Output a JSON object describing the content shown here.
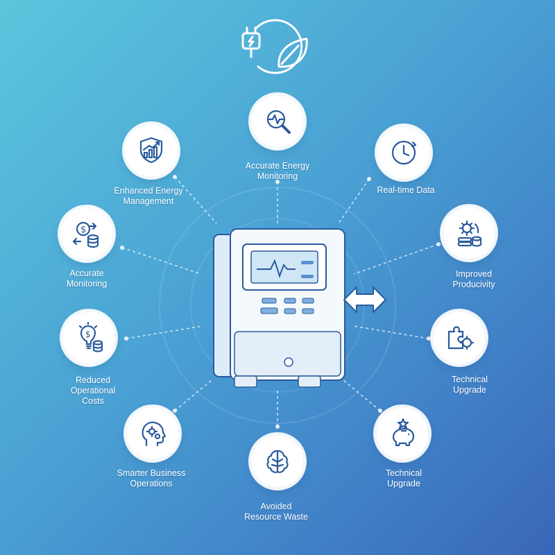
{
  "top_logo": {
    "icon": "plug-leaf-icon"
  },
  "center": {
    "device": "energy-meter",
    "screen_waveform": "heartbeat",
    "arrow_icon": "double-arrow-icon"
  },
  "benefits": [
    {
      "id": "accurate-energy-monitoring",
      "label": "Accurate Energy\nMonitoring",
      "icon": "magnifier-pulse-icon"
    },
    {
      "id": "real-time-data",
      "label": "Real-time Data",
      "icon": "clock-icon"
    },
    {
      "id": "improved-productivity",
      "label": "Improved\nProducivity",
      "icon": "gear-coins-icon"
    },
    {
      "id": "technical-upgrade-1",
      "label": "Technical\nUpgrade",
      "icon": "puzzle-gear-icon"
    },
    {
      "id": "technical-upgrade-2",
      "label": "Technical\nUpgrade",
      "icon": "piggy-bank-star-icon"
    },
    {
      "id": "avoided-resource-waste",
      "label": "Avoided\nResource Waste",
      "icon": "brain-icon"
    },
    {
      "id": "smarter-business-operations",
      "label": "Smarter Business\nOperations",
      "icon": "head-gears-icon"
    },
    {
      "id": "reduced-operational-costs",
      "label": "Reduced\nOperational\nCosts",
      "icon": "bulb-coins-icon"
    },
    {
      "id": "accurate-monitoring",
      "label": "Accurate\nMonitoring",
      "icon": "dollar-exchange-coins-icon"
    },
    {
      "id": "enhanced-energy-management",
      "label": "Enhanced Energy\nManagement",
      "icon": "shield-chart-icon"
    }
  ],
  "colors": {
    "accent": "#2f5fa8",
    "light": "#e9f3fb",
    "stroke": "#2a5a9c"
  }
}
